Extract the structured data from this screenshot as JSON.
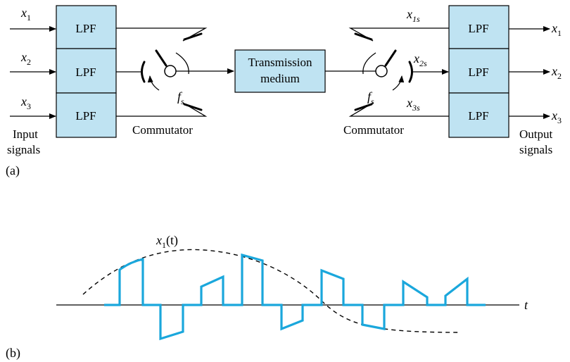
{
  "part_a": {
    "label": "(a)",
    "inputs": [
      "x",
      "x",
      "x"
    ],
    "input_subs": [
      "1",
      "2",
      "3"
    ],
    "lpf_label": "LPF",
    "input_caption_1": "Input",
    "input_caption_2": "signals",
    "commutator_left": "Commutator",
    "commutator_right": "Commutator",
    "fs_main": "f",
    "fs_sub": "s",
    "medium_line1": "Transmission",
    "medium_line2": "medium",
    "sampled": [
      "x",
      "x",
      "x"
    ],
    "sampled_subs": [
      "1s",
      "2s",
      "3s"
    ],
    "outputs": [
      "x",
      "x",
      "x"
    ],
    "output_subs": [
      "1",
      "2",
      "3"
    ],
    "output_caption_1": "Output",
    "output_caption_2": "signals"
  },
  "part_b": {
    "label": "(b)",
    "curve_label_main": "x",
    "curve_label_sub": "1",
    "curve_label_arg": "(t)",
    "axis_label": "t"
  },
  "colors": {
    "lpf_fill": "#bfe3f2",
    "signal": "#1aa7dc"
  }
}
